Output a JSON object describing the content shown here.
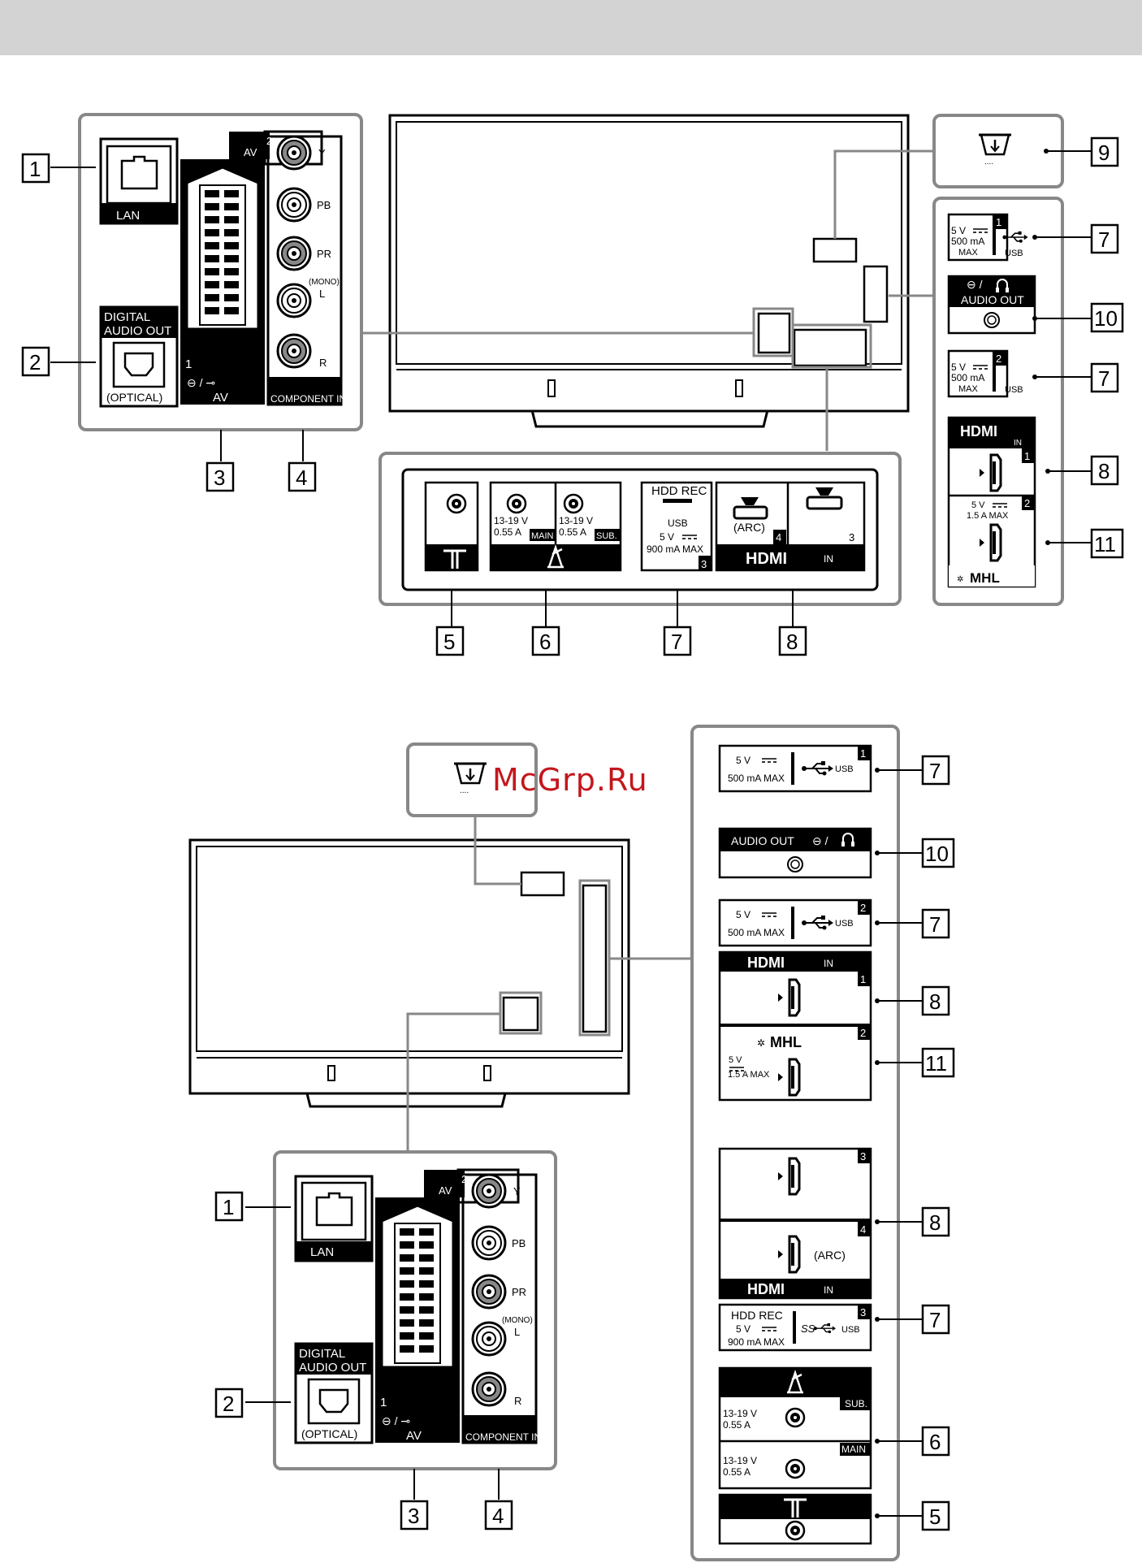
{
  "watermark": "McGrp.Ru",
  "labels": {
    "lan": "LAN",
    "digital": "DIGITAL",
    "audio_out": "AUDIO OUT",
    "optical": "(OPTICAL)",
    "av": "AV",
    "av_num1": "1",
    "av_num2": "2",
    "component_in": "COMPONENT IN",
    "y": "Y",
    "pb": "PB",
    "pr": "PR",
    "mono": "(MONO)",
    "l": "L",
    "r": "R",
    "hdd_rec": "HDD REC",
    "usb": "USB",
    "usb_5v": "5 V",
    "usb_500": "500 mA",
    "usb_max": "MAX",
    "usb_500max": "500 mA MAX",
    "usb_900max": "900 mA MAX",
    "sat_voltage": "13-19 V",
    "sat_current": "0.55 A",
    "main": "MAIN",
    "sub": "SUB.",
    "hdmi": "HDMI",
    "in": "IN",
    "arc": "(ARC)",
    "mhl": "MHL",
    "mhl_current": "1.5 A MAX",
    "num1": "1",
    "num2": "2",
    "num3": "3",
    "num4": "4"
  },
  "callouts": {
    "c1": "1",
    "c2": "2",
    "c3": "3",
    "c4": "4",
    "c5": "5",
    "c6": "6",
    "c7": "7",
    "c8": "8",
    "c9": "9",
    "c10": "10",
    "c11": "11"
  }
}
